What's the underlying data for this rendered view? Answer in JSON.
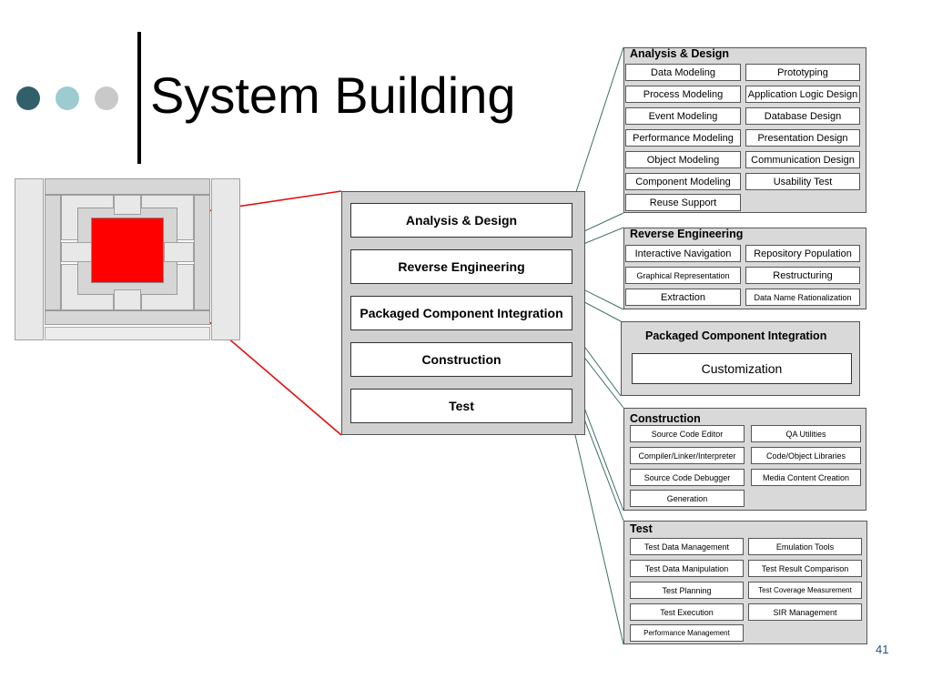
{
  "slide": {
    "title": "System Building",
    "page_number": "41"
  },
  "colors": {
    "dot_dark": "#31606a",
    "dot_teal": "#9ccbd0",
    "dot_gray": "#c9c9c9",
    "highlight": "#ff0000",
    "panel_bg": "#d9d9d9",
    "page_number": "#1f4e8c"
  },
  "stages": [
    "Analysis & Design",
    "Reverse Engineering",
    "Packaged Component Integration",
    "Construction",
    "Test"
  ],
  "analysis_design": {
    "title": "Analysis & Design",
    "left": [
      "Data Modeling",
      "Process Modeling",
      "Event Modeling",
      "Performance Modeling",
      "Object Modeling",
      "Component Modeling",
      "Reuse Support"
    ],
    "right": [
      "Prototyping",
      "Application Logic Design",
      "Database Design",
      "Presentation Design",
      "Communication Design",
      "Usability Test"
    ]
  },
  "reverse_engineering": {
    "title": "Reverse Engineering",
    "left": [
      "Interactive Navigation",
      "Graphical Representation",
      "Extraction"
    ],
    "right": [
      "Repository Population",
      "Restructuring",
      "Data Name Rationalization"
    ]
  },
  "packaged_component_integration": {
    "title": "Packaged Component Integration",
    "item": "Customization"
  },
  "construction": {
    "title": "Construction",
    "left": [
      "Source Code Editor",
      "Compiler/Linker/Interpreter",
      "Source Code Debugger",
      "Generation"
    ],
    "right": [
      "QA Utilities",
      "Code/Object Libraries",
      "Media Content Creation"
    ]
  },
  "test": {
    "title": "Test",
    "left": [
      "Test Data Management",
      "Test Data Manipulation",
      "Test Planning",
      "Test Execution",
      "Performance Management"
    ],
    "right": [
      "Emulation Tools",
      "Test Result Comparison",
      "Test Coverage Measurement",
      "SIR Management"
    ]
  }
}
